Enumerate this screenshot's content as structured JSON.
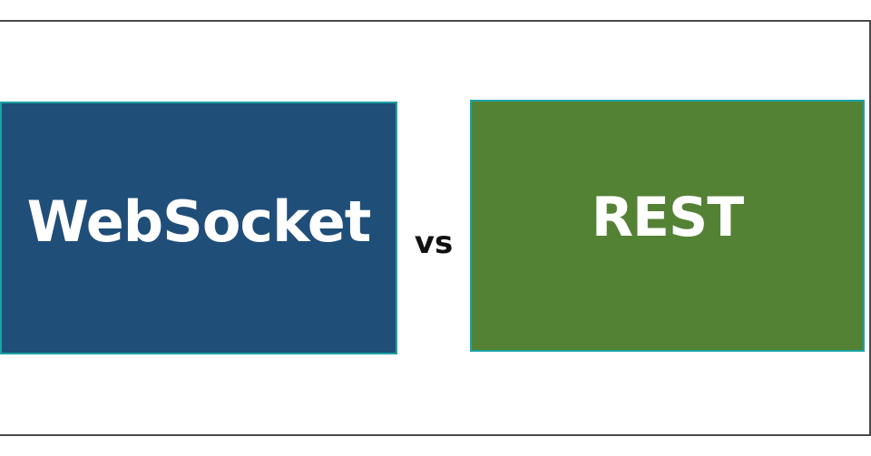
{
  "left_box": {
    "label": "WebSocket",
    "color": "#1f4e79"
  },
  "connector": {
    "label": "vs"
  },
  "right_box": {
    "label": "REST",
    "color": "#548235"
  },
  "frame_color": "#4a4a4a"
}
